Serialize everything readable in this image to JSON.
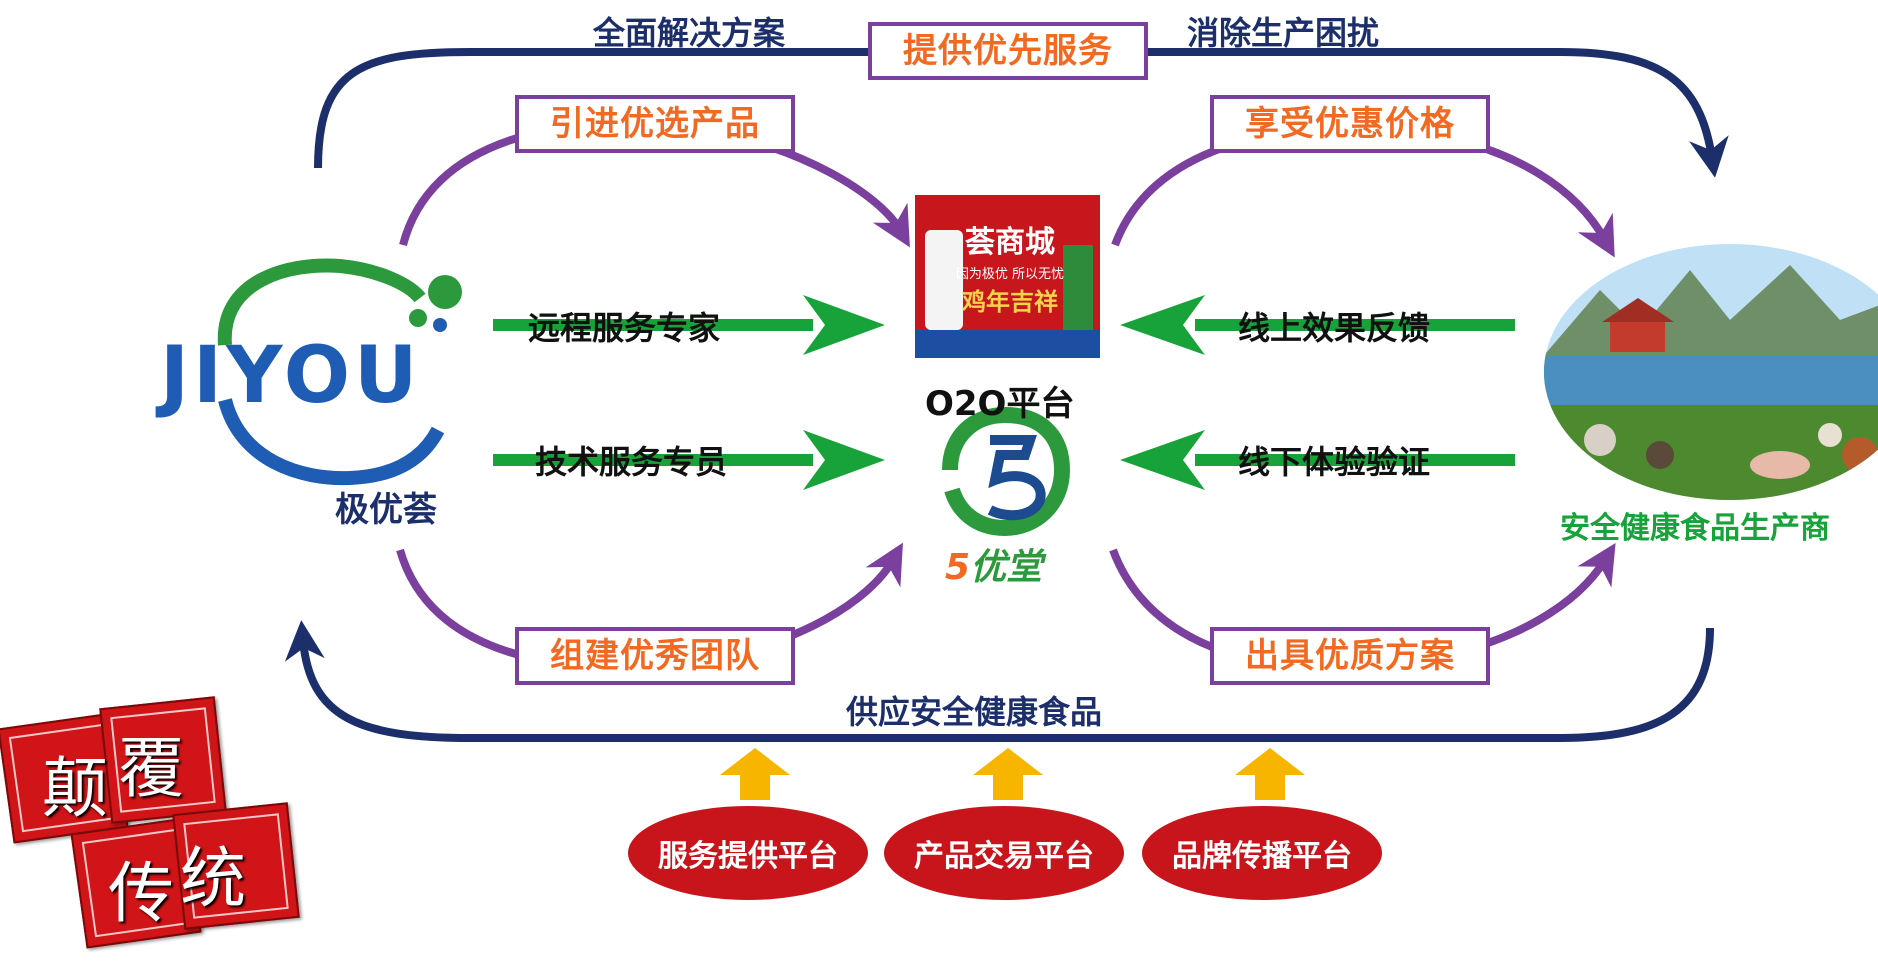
{
  "top": {
    "left_text": "全面解决方案",
    "center_box": "提供优先服务",
    "right_text": "消除生产困扰"
  },
  "boxes": {
    "top_left": "引进优选产品",
    "top_right": "享受优惠价格",
    "bottom_left": "组建优秀团队",
    "bottom_right": "出具优质方案"
  },
  "arrows": {
    "left_top": "远程服务专家",
    "left_bottom": "技术服务专员",
    "right_top": "线上效果反馈",
    "right_bottom": "线下体验验证"
  },
  "left_node": {
    "logo_text": "JIYOU",
    "caption": "极优荟"
  },
  "center": {
    "banner_title": "荟商城",
    "banner_subtitle": "因为极优 所以无忧",
    "banner_slogan": "鸡年吉祥",
    "o2o_caption": "O2O平台",
    "brand_digit": "5",
    "brand_text": "优堂"
  },
  "right_node": {
    "caption": "安全健康食品生产商"
  },
  "bottom": {
    "supply_text": "供应安全健康食品",
    "platforms": [
      "服务提供平台",
      "产品交易平台",
      "品牌传播平台"
    ]
  },
  "stamps": [
    "颠",
    "覆",
    "传",
    "统"
  ],
  "colors": {
    "navy": "#1d2f6b",
    "purple": "#7b3f9e",
    "orange": "#f26a21",
    "green": "#18a33a",
    "red": "#c8151b",
    "gold": "#f7b500"
  }
}
